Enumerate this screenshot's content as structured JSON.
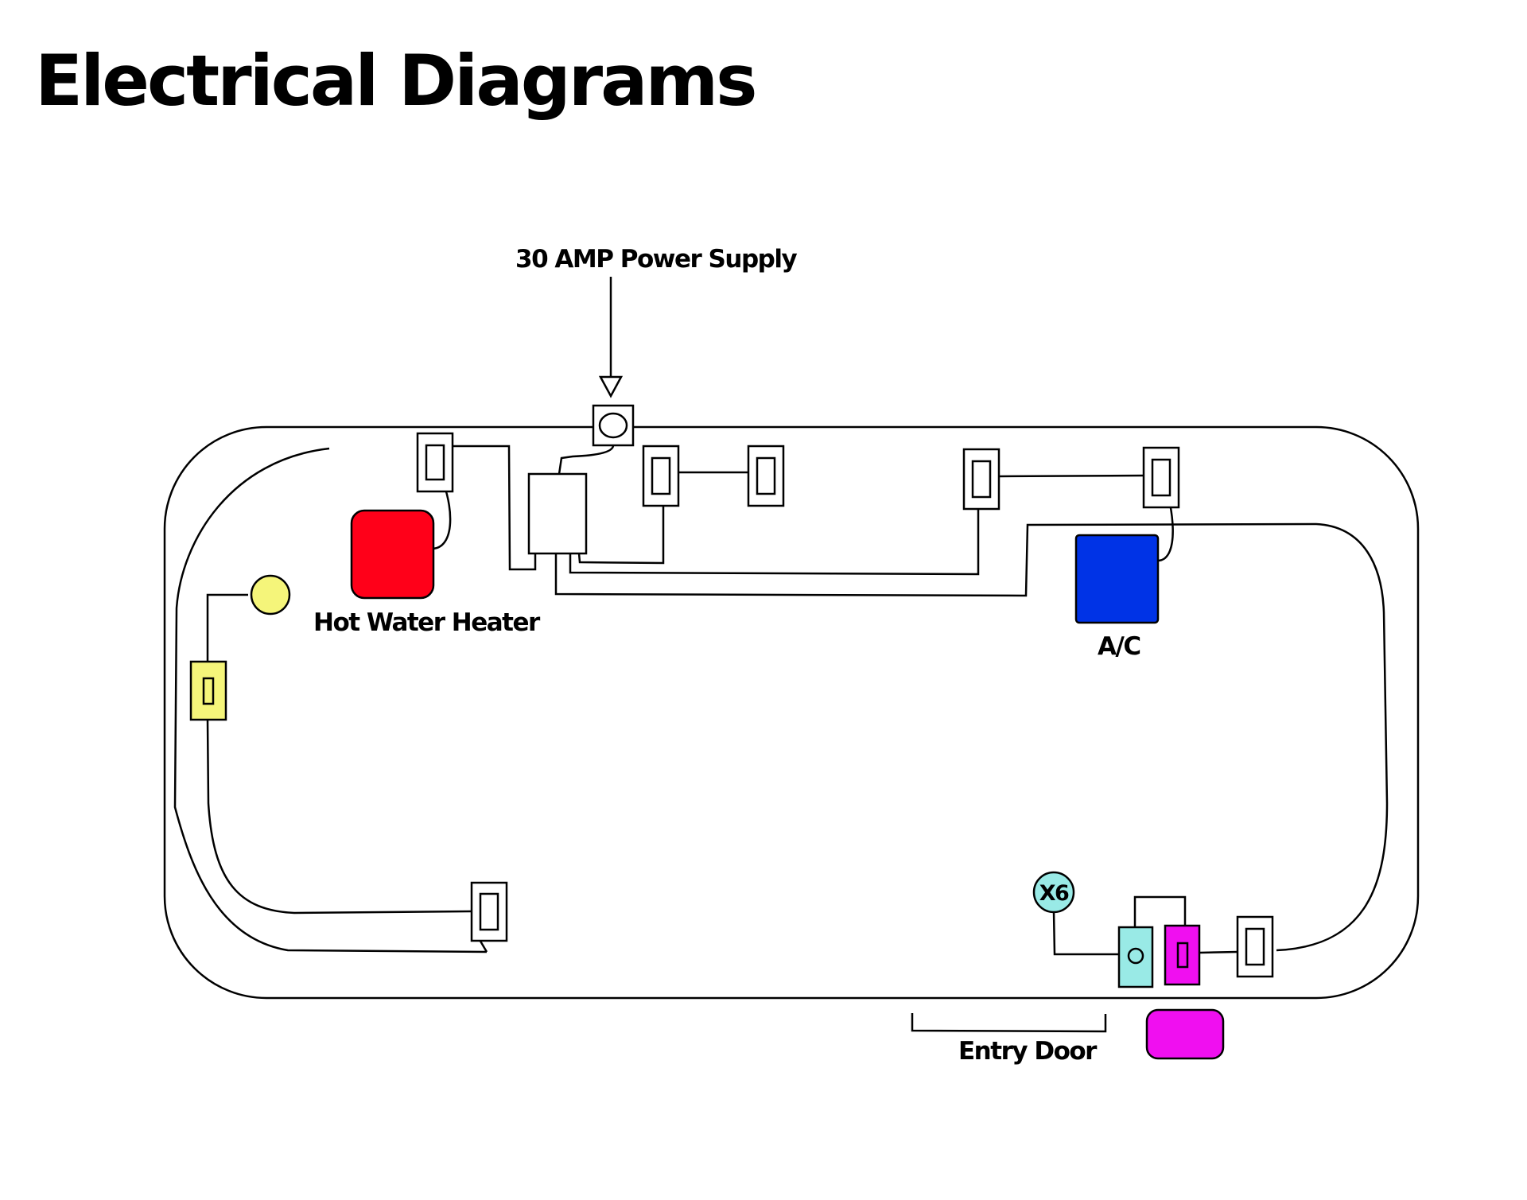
{
  "title": "Electrical Diagrams",
  "labels": {
    "power_supply": "30 AMP Power Supply",
    "hot_water_heater": "Hot Water Heater",
    "ac": "A/C",
    "entry_door": "Entry Door",
    "badge": "X6"
  },
  "colors": {
    "hot_water_heater": "#ff0019",
    "ac": "#0033e6",
    "yellow": "#f5f57a",
    "cyan": "#99eae6",
    "magenta": "#f00ff0"
  }
}
